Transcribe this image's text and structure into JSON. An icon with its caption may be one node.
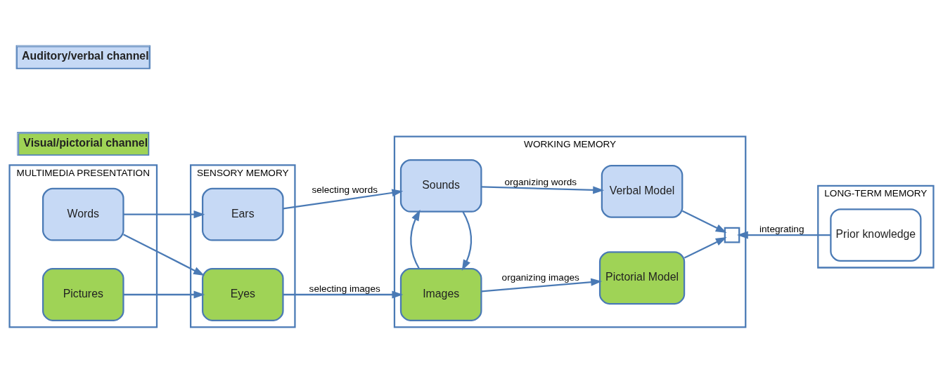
{
  "diagram": {
    "nodes": [
      {
        "text": [
          "MULTIMEDIA PRESENTATION"
        ]
      },
      {
        "text": [
          "Words"
        ],
        "in": 0
      },
      {
        "text": [
          "Pictures"
        ],
        "in": 0
      },
      {
        "text": [
          "SENSORY MEMORY"
        ]
      },
      {
        "text": [
          "Ears"
        ],
        "in": 3
      },
      {
        "text": [
          "Eyes"
        ],
        "in": 3
      },
      {
        "text": [
          "WORKING MEMORY"
        ]
      },
      {
        "text": [
          "Sounds"
        ],
        "in": 6
      },
      {
        "text": [
          "Verbal Model"
        ],
        "in": 6
      },
      {
        "text": [
          "Images"
        ],
        "in": 6
      },
      {
        "text": [
          "Pictorial Model"
        ],
        "in": 6
      },
      {
        "text": [],
        "shape": "box",
        "in": 6
      },
      {
        "text": [
          "LONG-TERM MEMORY"
        ]
      },
      {
        "text": [
          "Prior knowledge"
        ],
        "in": 12
      }
    ],
    "edges": [
      {
        "from": 1,
        "to": 4,
        "arrow": "to"
      },
      {
        "from": 1,
        "to": 5,
        "arrow": "to"
      },
      {
        "from": 2,
        "to": 5,
        "arrow": "to"
      },
      {
        "from": 4,
        "to": 7,
        "arrow": "to",
        "label": "selecting words"
      },
      {
        "from": 5,
        "to": 9,
        "arrow": "to",
        "label": "selecting images"
      },
      {
        "from": 7,
        "to": 8,
        "arrow": "to",
        "label": "organizing words"
      },
      {
        "from": 9,
        "to": 10,
        "arrow": "to",
        "label": "organizing images"
      },
      {
        "from": 7,
        "to": 9,
        "arrow": "to"
      },
      {
        "from": 9,
        "to": 7,
        "arrow": "to"
      },
      {
        "from": 8,
        "to": 11,
        "arrow": "to"
      },
      {
        "from": 10,
        "to": 11,
        "arrow": "to"
      },
      {
        "from": 13,
        "to": 11,
        "arrow": "to",
        "label": "integrating"
      }
    ],
    "legend": [
      {
        "text": "Auditory/verbal channel",
        "color": "#c6d9f5"
      },
      {
        "text": "Visual/pictorial channel",
        "color": "#9fd356"
      }
    ]
  }
}
